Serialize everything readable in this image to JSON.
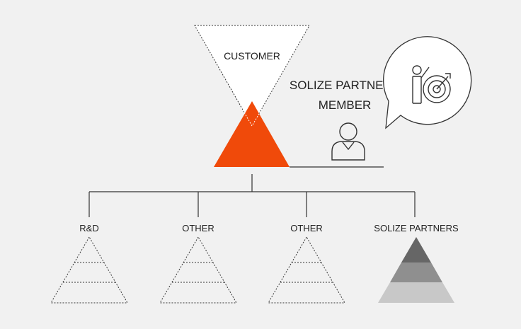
{
  "colors": {
    "background": "#f1f1f1",
    "accent": "#f04a0a",
    "line": "#333333",
    "dark_tier": "#666666",
    "mid_tier": "#8f8f8f",
    "light_tier": "#c8c8c8"
  },
  "top": {
    "customer_label": "CUSTOMER",
    "member_label_line1": "SOLIZE PARTNERS",
    "member_label_line2": "MEMBER"
  },
  "icons": {
    "person": "person-icon",
    "target_presenter": "presenter-target-icon",
    "speech_bubble": "speech-bubble-icon"
  },
  "branches": [
    {
      "label": "R&D",
      "style": "dashed"
    },
    {
      "label": "OTHER",
      "style": "dashed"
    },
    {
      "label": "OTHER",
      "style": "dashed"
    },
    {
      "label": "SOLIZE PARTNERS",
      "style": "filled"
    }
  ]
}
